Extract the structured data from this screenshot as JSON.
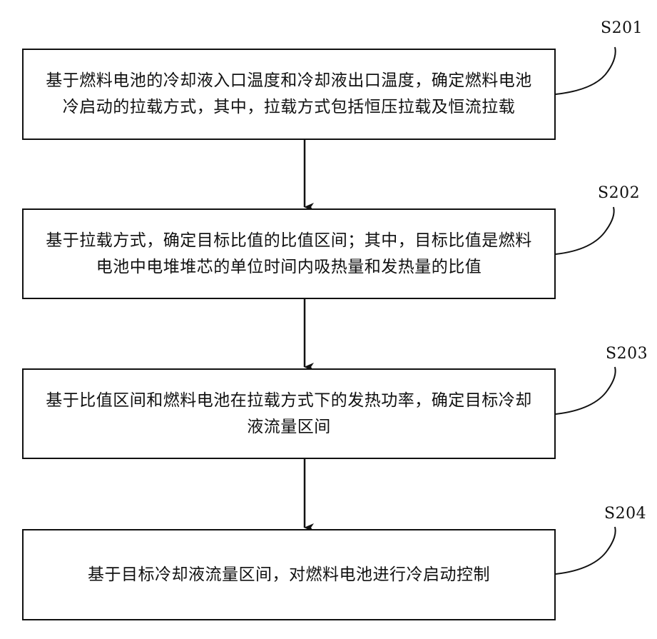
{
  "steps": [
    {
      "label": "S201",
      "text": "基于燃料电池的冷却液入口温度和冷却液出口温度，确定燃料电池冷启动的拉载方式，其中，拉载方式包括恒压拉载及恒流拉载"
    },
    {
      "label": "S202",
      "text": "基于拉载方式，确定目标比值的比值区间；其中，目标比值是燃料电池中电堆堆芯的单位时间内吸热量和发热量的比值"
    },
    {
      "label": "S203",
      "text": "基于比值区间和燃料电池在拉载方式下的发热功率，确定目标冷却液流量区间"
    },
    {
      "label": "S204",
      "text": "基于目标冷却液流量区间，对燃料电池进行冷启动控制"
    }
  ]
}
